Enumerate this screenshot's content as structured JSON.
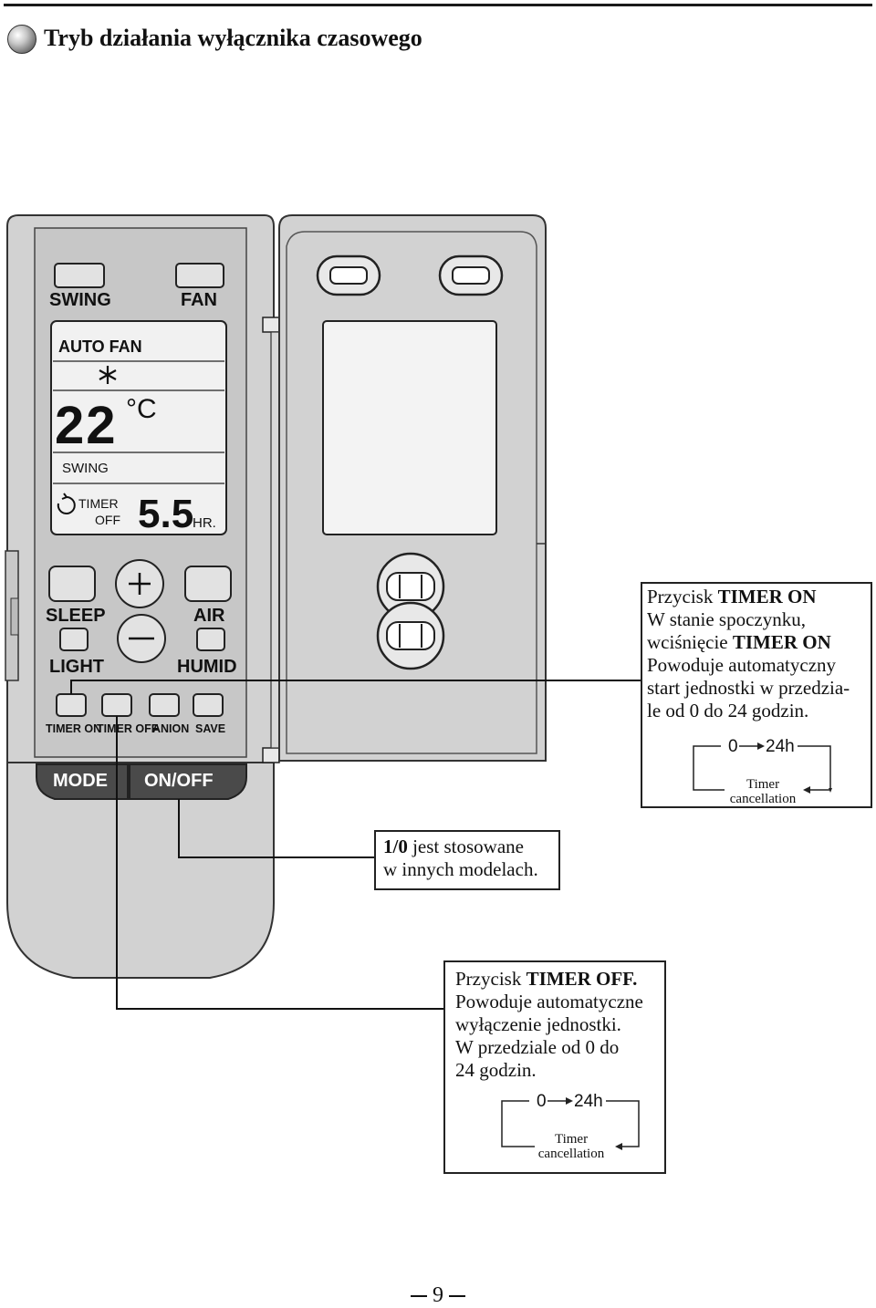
{
  "header": {
    "title": "Tryb działania wyłącznika czasowego",
    "bullet_icon": "gray-sphere-bullet"
  },
  "remote": {
    "buttons": {
      "swing": "SWING",
      "fan": "FAN",
      "sleep": "SLEEP",
      "air": "AIR",
      "light": "LIGHT",
      "humid": "HUMID",
      "timer_on": "TIMER ON",
      "timer_off": "TIMER OFF",
      "anion": "ANION",
      "save": "SAVE",
      "mode": "MODE",
      "on_off": "ON/OFF"
    },
    "lcd": {
      "auto_fan": "AUTO FAN",
      "temp_value": "22",
      "temp_unit": "°C",
      "swing": "SWING",
      "timer": "TIMER",
      "timer_state": "OFF",
      "timer_value": "5.5",
      "timer_unit": "HR."
    }
  },
  "callouts": {
    "timer_on": {
      "title_prefix": "Przycisk ",
      "title_bold": "TIMER ON",
      "line2": "W stanie spoczynku,",
      "line3_prefix": "wciśnięcie ",
      "line3_bold": "TIMER ON",
      "line4": "Powoduje automatyczny",
      "line5": "start jednostki  w przedzia-",
      "line6": "le od 0 do 24 godzin.",
      "loop_start": "0",
      "loop_end": "24h",
      "loop_label_1": "Timer",
      "loop_label_2": "cancellation"
    },
    "one_zero": {
      "bold": "1/0",
      "line1_rest": " jest stosowane",
      "line2": "w innych modelach."
    },
    "timer_off": {
      "title_prefix": "Przycisk ",
      "title_bold": "TIMER OFF.",
      "line2": "Powoduje automatyczne",
      "line3": "wyłączenie jednostki.",
      "line4": "W przedziale od 0 do",
      "line5": "24 godzin.",
      "loop_start": "0",
      "loop_end": "24h",
      "loop_label_1": "Timer",
      "loop_label_2": "cancellation"
    }
  },
  "footer": {
    "page_number": "9"
  }
}
